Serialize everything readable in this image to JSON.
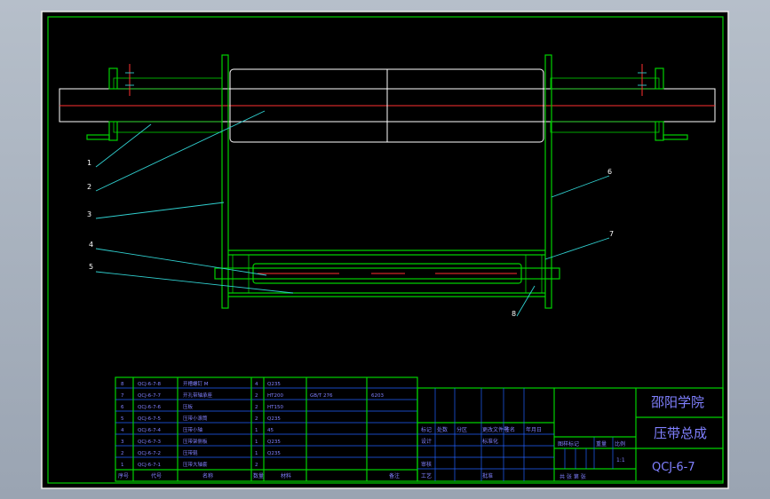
{
  "part_labels": [
    "1",
    "2",
    "3",
    "4",
    "5",
    "6",
    "7",
    "8"
  ],
  "title_block": {
    "school": "邵阳学院",
    "drawing_title": "压带总成",
    "drawing_number": "QCJ-6-7",
    "scale_label": "图样标记",
    "weight_label": "重量",
    "ratio_label": "比例",
    "ratio_value": "1:1",
    "sheet_label": "共 张 第 张",
    "row_labels": [
      "标记",
      "设计",
      "审核",
      "工艺",
      "处数",
      "分区",
      "更改文件号",
      "签名",
      "年月日",
      "标准化",
      "批准"
    ]
  },
  "bom": {
    "header": [
      "序号",
      "代号",
      "名称",
      "数量",
      "材料",
      "",
      "备注"
    ],
    "rows": [
      {
        "no": "8",
        "code": "QCJ-6-7-8",
        "name": "开槽螺钉 M",
        "qty": "4",
        "mat": "Q235",
        "extra": "",
        "note": ""
      },
      {
        "no": "7",
        "code": "QCJ-6-7-7",
        "name": "开孔带轴承座",
        "qty": "2",
        "mat": "HT200",
        "extra": "GB/T 276",
        "note": "6203"
      },
      {
        "no": "6",
        "code": "QCJ-6-7-6",
        "name": "压板",
        "qty": "2",
        "mat": "HT150",
        "extra": "",
        "note": ""
      },
      {
        "no": "5",
        "code": "QCJ-6-7-5",
        "name": "压带小滚筒",
        "qty": "2",
        "mat": "Q235",
        "extra": "",
        "note": ""
      },
      {
        "no": "4",
        "code": "QCJ-6-7-4",
        "name": "压带小轴",
        "qty": "1",
        "mat": "45",
        "extra": "",
        "note": ""
      },
      {
        "no": "3",
        "code": "QCJ-6-7-3",
        "name": "压带架侧板",
        "qty": "1",
        "mat": "Q235",
        "extra": "",
        "note": ""
      },
      {
        "no": "2",
        "code": "QCJ-6-7-2",
        "name": "压带辊",
        "qty": "1",
        "mat": "Q235",
        "extra": "",
        "note": ""
      },
      {
        "no": "1",
        "code": "QCJ-6-7-1",
        "name": "压带大轴套",
        "qty": "2",
        "mat": "",
        "extra": "",
        "note": ""
      }
    ]
  }
}
